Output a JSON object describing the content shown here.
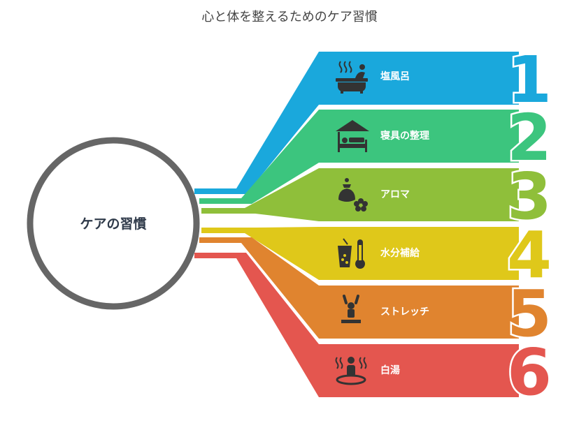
{
  "title": "心と体を整えるためのケア習慣",
  "center": {
    "label": "ケアの習慣"
  },
  "items": [
    {
      "number": "1",
      "label": "塩風呂",
      "icon": "bathtub-icon",
      "color": "#1aa8dc"
    },
    {
      "number": "2",
      "label": "寝具の整理",
      "icon": "bed-icon",
      "color": "#3cc57e"
    },
    {
      "number": "3",
      "label": "アロマ",
      "icon": "aroma-icon",
      "color": "#8fbf3a"
    },
    {
      "number": "4",
      "label": "水分補給",
      "icon": "drink-thermometer-icon",
      "color": "#dfc81a"
    },
    {
      "number": "5",
      "label": "ストレッチ",
      "icon": "stretch-icon",
      "color": "#e0842f"
    },
    {
      "number": "6",
      "label": "白湯",
      "icon": "hot-water-icon",
      "color": "#e4564f"
    }
  ],
  "colors": {
    "circle_stroke": "#666666",
    "icon": "#333333",
    "background": "#ffffff"
  }
}
